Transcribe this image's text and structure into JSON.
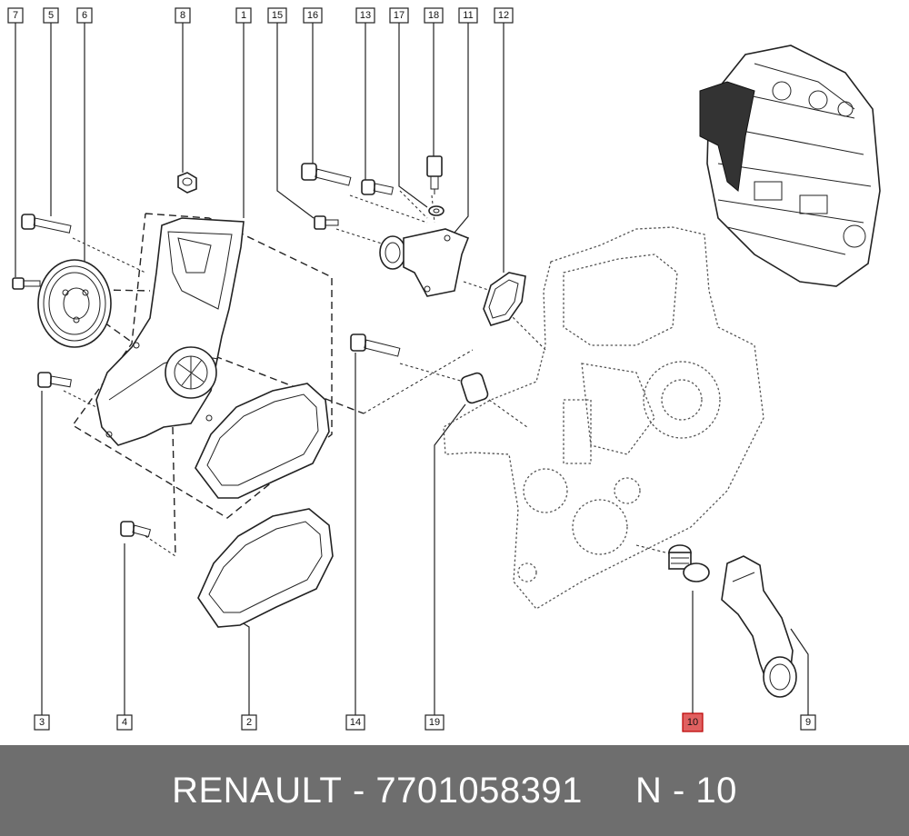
{
  "footer": {
    "brand": "RENAULT",
    "separator": "-",
    "part_number": "7701058391",
    "ref_label": "N - 10"
  },
  "callouts": {
    "c1": "1",
    "c2": "2",
    "c3": "3",
    "c4": "4",
    "c5": "5",
    "c6": "6",
    "c7": "7",
    "c8": "8",
    "c9": "9",
    "c10": "10",
    "c11": "11",
    "c12": "12",
    "c13": "13",
    "c14": "14",
    "c15": "15",
    "c16": "16",
    "c17": "17",
    "c18": "18",
    "c19": "19"
  },
  "highlighted_callout": "10",
  "colors": {
    "highlight": "#e06060",
    "footer_bg": "#6e6e6e",
    "footer_text": "#ffffff"
  }
}
